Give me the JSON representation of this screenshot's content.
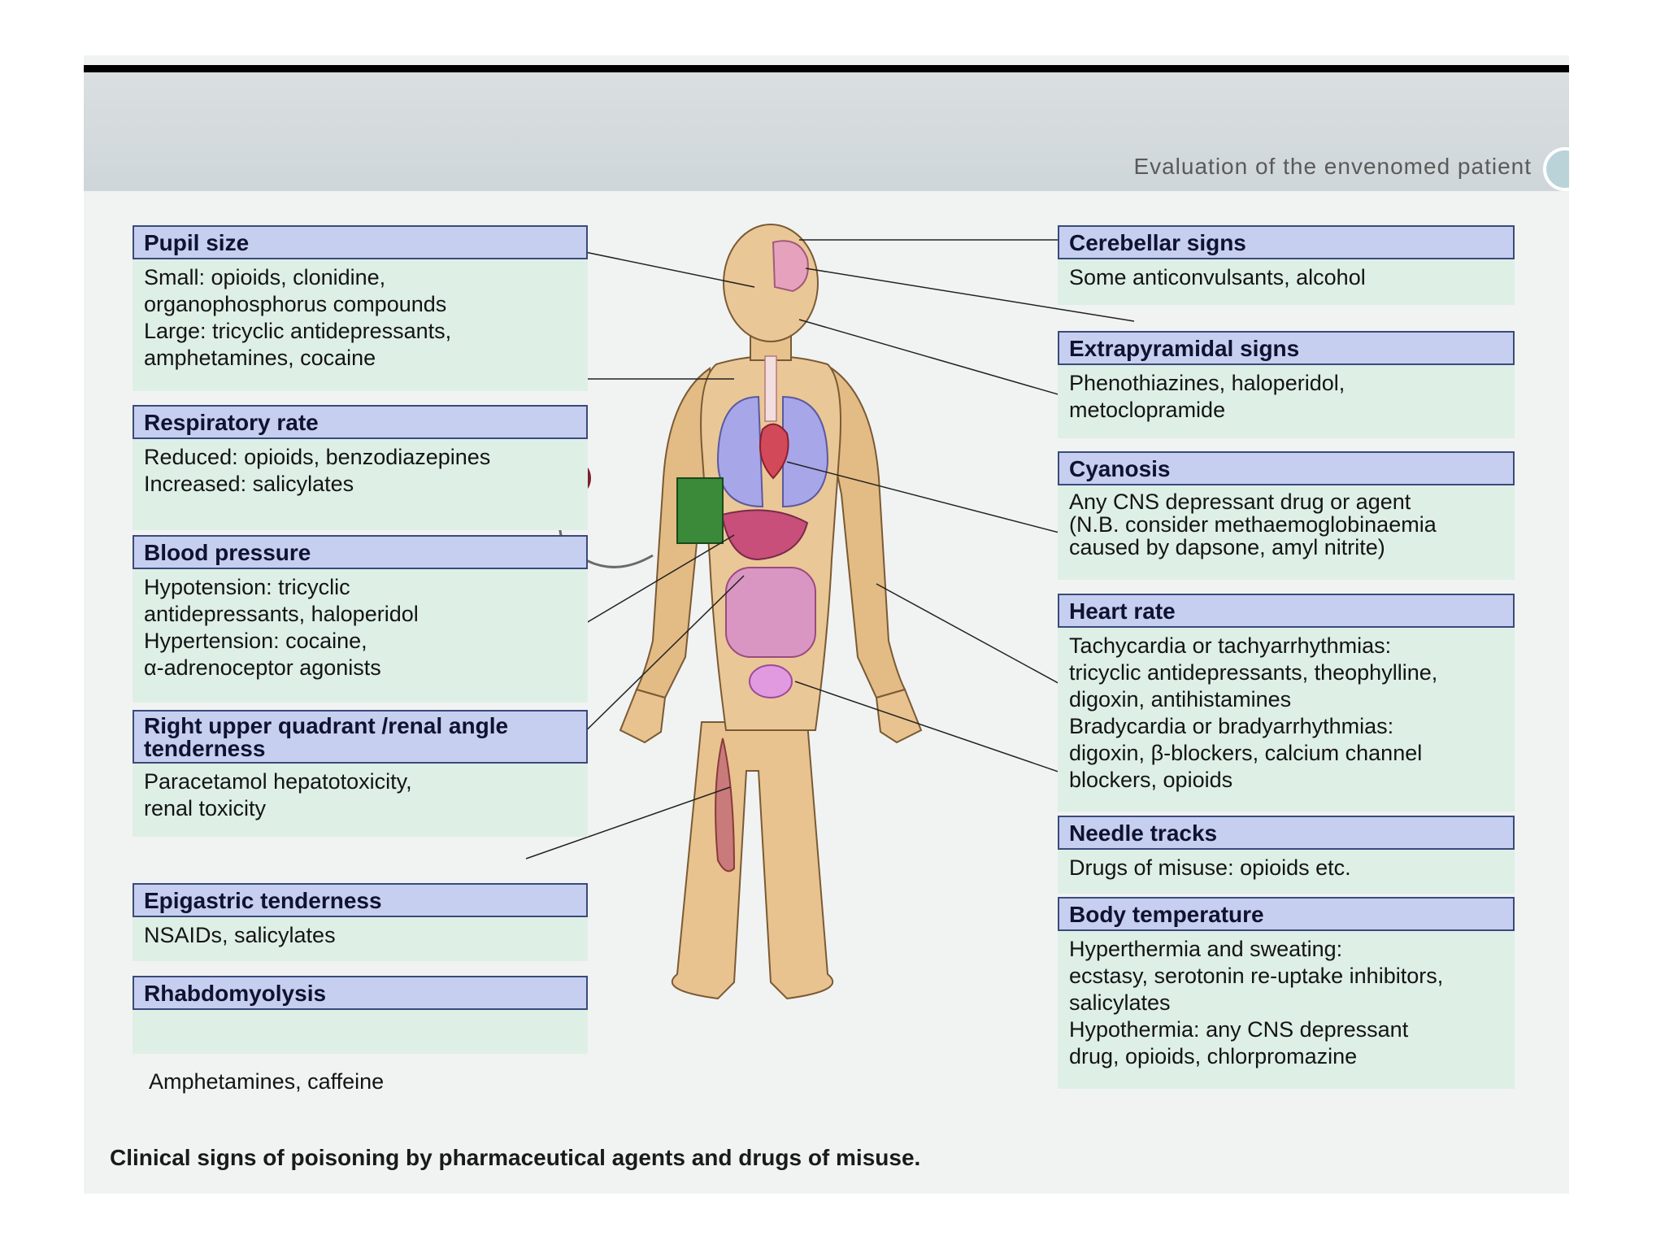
{
  "header": {
    "title": "Evaluation of the envenomed patient"
  },
  "caption": "Clinical signs of poisoning by pharmaceutical agents and drugs of misuse.",
  "left_cards": [
    {
      "title": "Pupil size",
      "lines": [
        "Small: opioids, clonidine,",
        "organophosphorus compounds",
        "Large: tricyclic antidepressants,",
        "amphetamines, cocaine"
      ]
    },
    {
      "title": "Respiratory rate",
      "lines": [
        "Reduced: opioids, benzodiazepines",
        "Increased: salicylates"
      ]
    },
    {
      "title": "Blood pressure",
      "lines": [
        "Hypotension: tricyclic",
        "antidepressants, haloperidol",
        "Hypertension: cocaine,",
        "α-adrenoceptor agonists"
      ]
    },
    {
      "title": "Right upper quadrant /renal angle tenderness",
      "lines": [
        "Paracetamol hepatotoxicity,",
        "renal toxicity"
      ]
    },
    {
      "title": "Epigastric tenderness",
      "lines": [
        "NSAIDs, salicylates"
      ]
    },
    {
      "title": "Rhabdomyolysis",
      "lines": [
        " Amphetamines, caffeine"
      ]
    }
  ],
  "right_cards": [
    {
      "title": "Cerebellar signs",
      "lines": [
        "Some anticonvulsants, alcohol"
      ]
    },
    {
      "title": "Extrapyramidal signs",
      "lines": [
        "Phenothiazines, haloperidol,",
        "metoclopramide"
      ]
    },
    {
      "title": "Cyanosis",
      "lines": [
        "Any CNS depressant drug or agent",
        "(N.B. consider methaemoglobinaemia",
        "caused by dapsone, amyl nitrite)"
      ]
    },
    {
      "title": "Heart rate",
      "lines": [
        "Tachycardia or tachyarrhythmias:",
        "tricyclic antidepressants, theophylline,",
        "digoxin, antihistamines",
        "Bradycardia or bradyarrhythmias:",
        "digoxin, β-blockers, calcium channel",
        "blockers, opioids"
      ]
    },
    {
      "title": "Needle tracks",
      "lines": [
        "Drugs of misuse: opioids etc."
      ]
    },
    {
      "title": "Body temperature",
      "lines": [
        "Hyperthermia and sweating:",
        "ecstasy, serotonin re-uptake inhibitors,",
        "salicylates",
        "Hypothermia: any CNS depressant",
        "drug, opioids, chlorpromazine"
      ]
    }
  ]
}
